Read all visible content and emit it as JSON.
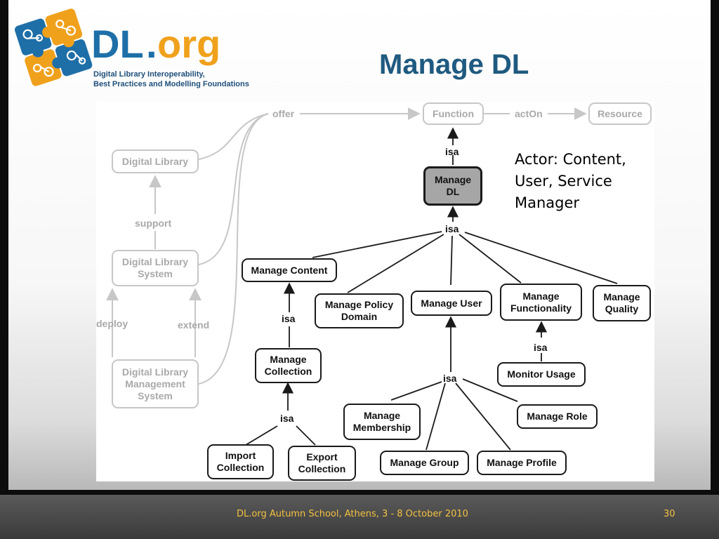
{
  "slide": {
    "title": "Manage DL",
    "logo": {
      "brand_main": "DL",
      "brand_dot": ".",
      "brand_ext": "org",
      "tagline_line1": "Digital Library Interoperability,",
      "tagline_line2": "Best Practices and Modelling Foundations",
      "colors": {
        "blue": "#1e6fa8",
        "orange": "#f0a11c"
      }
    },
    "actor_note": "Actor: Content,\nUser, Service\nManager",
    "footer": {
      "text": "DL.org Autumn School, Athens, 3 - 8 October 2010",
      "page_number": "30"
    }
  },
  "diagram": {
    "nodes": {
      "digital_library": "Digital Library",
      "dl_system": "Digital Library\nSystem",
      "dl_management_system": "Digital Library\nManagement\nSystem",
      "function": "Function",
      "resource": "Resource",
      "manage_dl": "Manage\nDL",
      "manage_content": "Manage Content",
      "manage_policy_domain": "Manage Policy\nDomain",
      "manage_user": "Manage User",
      "manage_functionality": "Manage\nFunctionality",
      "manage_quality": "Manage\nQuality",
      "manage_collection": "Manage\nCollection",
      "monitor_usage": "Monitor Usage",
      "import_collection": "Import\nCollection",
      "export_collection": "Export\nCollection",
      "manage_membership": "Manage\nMembership",
      "manage_role": "Manage Role",
      "manage_group": "Manage Group",
      "manage_profile": "Manage Profile"
    },
    "relations": {
      "offer": "offer",
      "act_on": "actOn",
      "support": "support",
      "deploy": "deploy",
      "extend": "extend",
      "isa": "isa"
    },
    "colors": {
      "active": "#1a1a1a",
      "inactive": "#c7c7c7",
      "selected_fill": "#a6a6a6"
    }
  }
}
